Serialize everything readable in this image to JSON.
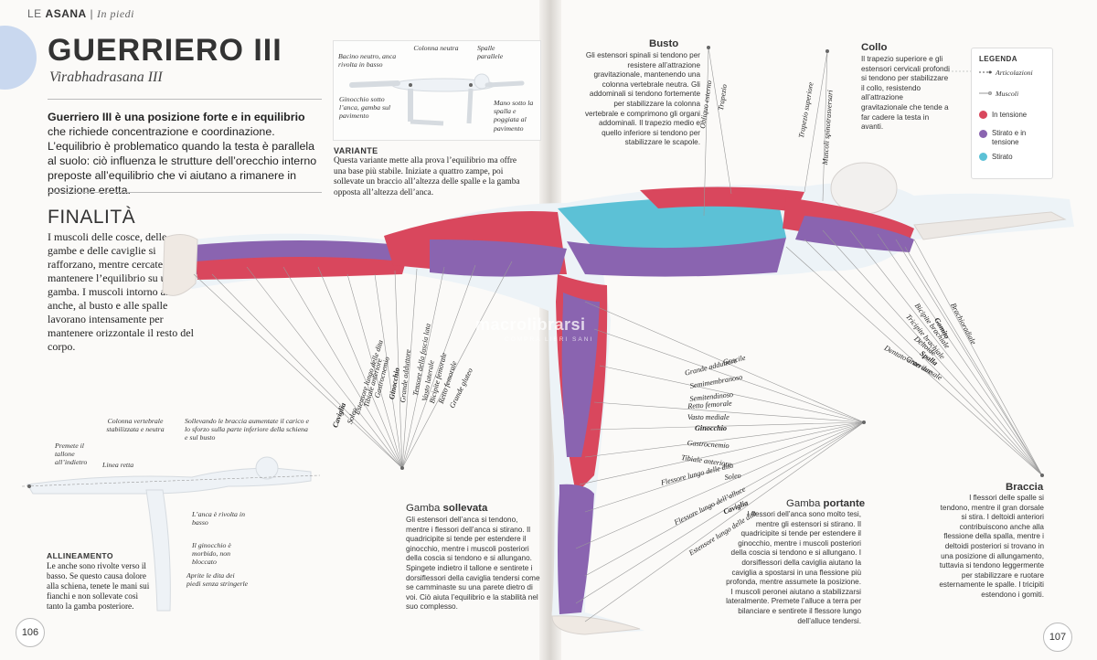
{
  "header": {
    "section": "LE",
    "section_bold": "ASANA",
    "separator": "|",
    "subsection": "In piedi"
  },
  "title": "GUERRIERO III",
  "subtitle": "Virabhadrasana III",
  "intro": {
    "lead": "Guerriero III è una posizione forte e in equilibrio",
    "rest": " che richiede concentrazione e coordinazione. L’equilibrio è problematico quando la testa è parallela al suolo: ciò influenza le strutture dell’orecchio interno preposte all’equilibrio che vi aiutano a rimanere in posizione eretta."
  },
  "finalita": {
    "heading": "FINALITÀ",
    "text": "I muscoli delle cosce, delle gambe e delle caviglie si rafforzano, mentre cercate di mantenere l’equilibrio su una gamba. I muscoli intorno alle anche, al busto e alle spalle lavorano intensamente per mantenere orizzontale il resto del corpo."
  },
  "variante": {
    "heading": "VARIANTE",
    "text": "Questa variante mette alla prova l’equilibrio ma offre una base più stabile. Iniziate a quattro zampe, poi sollevate un braccio all’altezza delle spalle e la gamba opposta all’altezza dell’anca.",
    "notes": {
      "bacino": "Bacino neutro, anca rivolta in basso",
      "colonna": "Colonna neutra",
      "spalle": "Spalle parallele",
      "ginocchio": "Ginocchio sotto l’anca, gamba sul pavimento",
      "mano": "Mano sotto la spalla e poggiata al pavimento"
    }
  },
  "allineamento": {
    "heading": "ALLINEAMENTO",
    "text": "Le anche sono rivolte verso il basso. Se questo causa dolore alla schiena, tenete le mani sui fianchi e non sollevate così tanto la gamba posteriore.",
    "notes": {
      "premete": "Premete il tallone all’indietro",
      "linea": "Linea retta",
      "colonna": "Colonna vertebrale stabilizzata e neutra",
      "sollevando": "Sollevando le braccia aumentate il carico e lo sforzo sulla parte inferiore della schiena e sul busto",
      "anca": "L’anca è rivolta in basso",
      "ginocchio": "Il ginocchio è morbido, non bloccato",
      "aprite": "Aprite le dita dei piedi senza stringerle"
    }
  },
  "busto": {
    "heading": "Busto",
    "text": "Gli estensori spinali si tendono per resistere all’attrazione gravitazionale, mantenendo una colonna vertebrale neutra. Gli addominali si tendono fortemente per stabilizzare la colonna vertebrale e comprimono gli organi addominali. Il trapezio medio e quello inferiore si tendono per stabilizzare le scapole."
  },
  "collo": {
    "heading": "Collo",
    "text": "Il trapezio superiore e gli estensori cervicali profondi si tendono per stabilizzare il collo, resistendo all’attrazione gravitazionale che tende a far cadere la testa in avanti."
  },
  "gamba_sollevata": {
    "heading_plain": "Gamba",
    "heading_bold": "sollevata",
    "text": "Gli estensori dell’anca si tendono, mentre i flessori dell’anca si stirano. Il quadricipite si tende per estendere il ginocchio, mentre i muscoli posteriori della coscia si tendono e si allungano. Spingete indietro il tallone e sentirete i dorsiflessori della caviglia tendersi come se camminaste su una parete dietro di voi. Ciò aiuta l’equilibrio e la stabilità nel suo complesso."
  },
  "gamba_portante": {
    "heading_plain": "Gamba",
    "heading_bold": "portante",
    "text": "I flessori dell’anca sono molto tesi, mentre gli estensori si stirano. Il quadricipite si tende per estendere il ginocchio, mentre i muscoli posteriori della coscia si tendono e si allungano. I dorsiflessori della caviglia aiutano la caviglia a spostarsi in una flessione più profonda, mentre assumete la posizione. I muscoli peronei aiutano a stabilizzarsi lateralmente. Premete l’alluce a terra per bilanciare e sentirete il flessore lungo dell’alluce tendersi."
  },
  "braccia": {
    "heading": "Braccia",
    "text": "I flessori delle spalle si tendono, mentre il gran dorsale si stira. I deltoidi anteriori contribuiscono anche alla flessione della spalla, mentre i deltoidi posteriori si trovano in una posizione di allungamento, tuttavia si tendono leggermente per stabilizzare e ruotare esternamente le spalle. I tricipiti estendono i gomiti."
  },
  "legend": {
    "title": "LEGENDA",
    "items": [
      {
        "label": "Articolazioni",
        "kind": "line",
        "color": "#555555"
      },
      {
        "label": "Muscoli",
        "kind": "line",
        "color": "#999999"
      },
      {
        "label": "In tensione",
        "kind": "dot",
        "color": "#d9475d"
      },
      {
        "label": "Stirato e in tensione",
        "kind": "dot",
        "color": "#8a64b0"
      },
      {
        "label": "Stirato",
        "kind": "dot",
        "color": "#5cc1d6"
      }
    ]
  },
  "muscle_labels": {
    "sollevata": [
      "Caviglia",
      "Soleo",
      "Estensore lungo delle dita",
      "Tibiale anteriore",
      "Gastrocnemio",
      "Ginocchio",
      "Grande adduttore",
      "Tensore della fascia lata",
      "Vasto laterale",
      "Bicipite femorale",
      "Retto femorale",
      "Grande gluteo"
    ],
    "portante": [
      "Gracile",
      "Grande adduttore",
      "Semimembranoso",
      "Semitendinoso",
      "Retto femorale",
      "Vasto mediale",
      "Ginocchio",
      "Gastrocnemio",
      "Tibiale anteriore",
      "Flessore lungo delle dita",
      "Soleo",
      "Flessore lungo dell’alluce",
      "Caviglia",
      "Estensore lungo delle dita"
    ],
    "busto": [
      "Obliquo esterno",
      "Trapezio"
    ],
    "collo": [
      "Trapezio superiore",
      "Muscoli spinotrasversari"
    ],
    "braccia": [
      "Brachioradiale",
      "Gomito",
      "Bicipite brachiale",
      "Tricipite brachiale",
      "Deltoide",
      "Spalla",
      "Gran dorsale",
      "Dentato anteriore"
    ]
  },
  "page_numbers": {
    "left": "106",
    "right": "107"
  },
  "watermark": {
    "text": "macrolibrarsi",
    "sub": "COMPRA LIBRI SANI"
  },
  "colors": {
    "tension": "#d9475d",
    "stretch_tension": "#8a64b0",
    "stretch": "#5cc1d6",
    "bone": "#f1efed",
    "skin": "#ecf2f6"
  }
}
